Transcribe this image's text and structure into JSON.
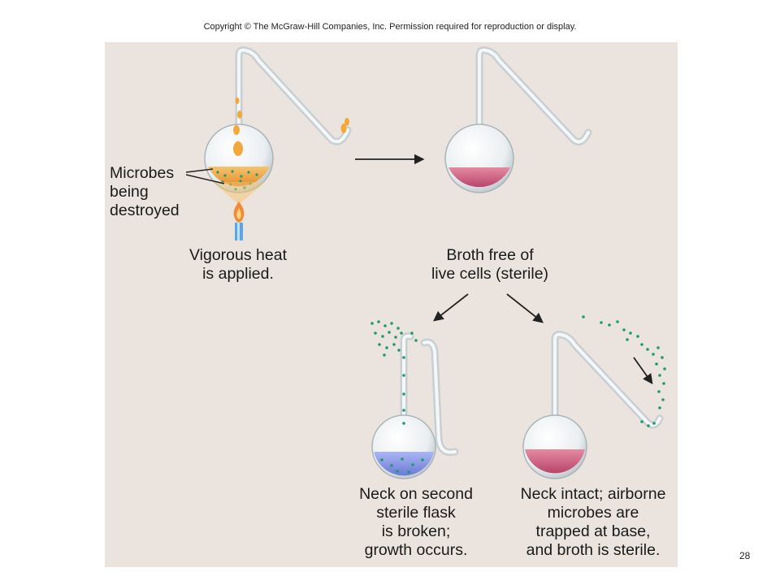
{
  "copyright": "Copyright © The McGraw-Hill Companies, Inc. Permission required for reproduction or display.",
  "labels": {
    "microbes_destroyed": [
      "Microbes",
      "being",
      "destroyed"
    ],
    "heat_applied": [
      "Vigorous heat",
      "is applied."
    ],
    "broth_free": [
      "Broth free of",
      "live cells (sterile)"
    ],
    "neck_broken": [
      "Neck on second",
      "sterile flask",
      "is broken;",
      "growth occurs."
    ],
    "neck_intact": [
      "Neck intact; airborne",
      "microbes are",
      "trapped at base,",
      "and broth is sterile."
    ]
  },
  "page_number": "28",
  "colors": {
    "panel": "#ebe4de",
    "broth_sterile": "#c9567a",
    "broth_growth": "#7f8fe0",
    "broth_heated": "#f0b35a",
    "microbe_dot": "#1f9a6a",
    "arrow": "#222222",
    "flame": "#f0893a"
  }
}
